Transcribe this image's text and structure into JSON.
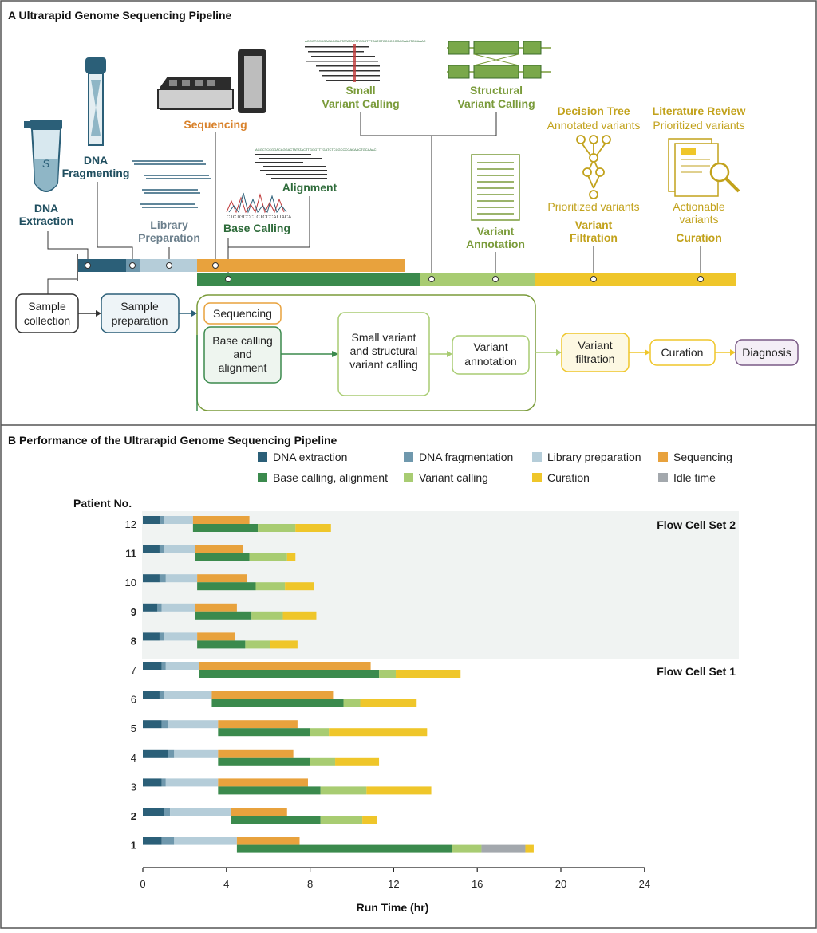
{
  "panel_a": {
    "title": "A  Ultrarapid Genome Sequencing Pipeline",
    "labels": {
      "dna_extraction": [
        "DNA",
        "Extraction"
      ],
      "dna_fragmenting": [
        "DNA",
        "Fragmenting"
      ],
      "library_preparation": [
        "Library",
        "Preparation"
      ],
      "sequencing": "Sequencing",
      "base_calling": "Base Calling",
      "alignment": "Alignment",
      "small_variant_calling": [
        "Small",
        "Variant Calling"
      ],
      "structural_variant_calling": [
        "Structural",
        "Variant Calling"
      ],
      "variant_annotation": [
        "Variant",
        "Annotation"
      ],
      "decision_tree": "Decision Tree",
      "annotated_variants": "Annotated variants",
      "prioritized_variants_tree": "Prioritized variants",
      "variant_filtration": [
        "Variant",
        "Filtration"
      ],
      "literature_review": "Literature Review",
      "prioritized_variants_lit": "Prioritized variants",
      "actionable_variants": [
        "Actionable",
        "variants"
      ],
      "curation": "Curation"
    },
    "flow_boxes": {
      "sample_collection": [
        "Sample",
        "collection"
      ],
      "sample_preparation": [
        "Sample",
        "preparation"
      ],
      "sequencing": "Sequencing",
      "base_calling_alignment": [
        "Base calling",
        "and",
        "alignment"
      ],
      "variant_calling": [
        "Small variant",
        "and structural",
        "variant calling"
      ],
      "variant_annotation": [
        "Variant",
        "annotation"
      ],
      "variant_filtration": [
        "Variant",
        "filtration"
      ],
      "curation": "Curation",
      "diagnosis": "Diagnosis"
    },
    "sequence_snippet": "AGGCTCCGGACAGGACTATATACTTGGGTTTGATCTCCGCCCGACAACTGCAAAC",
    "trace_snippet": "CTCTGCCCTCTCCCATTACA"
  },
  "panel_b": {
    "title": "B  Performance of the Ultrarapid Genome Sequencing Pipeline",
    "y_title": "Patient No.",
    "flow_cell_set_2": "Flow Cell Set 2",
    "flow_cell_set_1": "Flow Cell Set 1"
  },
  "colors": {
    "dna_extraction": "#2b5f78",
    "dna_fragmentation": "#6f98ad",
    "library_preparation": "#b5cdd9",
    "sequencing": "#e8a23d",
    "base_calling_alignment": "#3b8a4d",
    "variant_calling": "#a8cc72",
    "curation": "#efc62a",
    "idle_time": "#a3a8ad"
  },
  "chart_data": {
    "type": "bar",
    "subtype": "stacked horizontal gantt",
    "title": "Performance of the Ultrarapid Genome Sequencing Pipeline",
    "xlabel": "Run Time (hr)",
    "ylabel": "Patient No.",
    "xlim": [
      0,
      24
    ],
    "xticks": [
      0,
      4,
      8,
      12,
      16,
      20,
      24
    ],
    "grid": false,
    "legend": [
      {
        "key": "dna_extraction",
        "label": "DNA extraction"
      },
      {
        "key": "dna_fragmentation",
        "label": "DNA fragmentation"
      },
      {
        "key": "library_preparation",
        "label": "Library preparation"
      },
      {
        "key": "sequencing",
        "label": "Sequencing"
      },
      {
        "key": "base_calling_alignment",
        "label": "Base calling, alignment"
      },
      {
        "key": "variant_calling",
        "label": "Variant calling"
      },
      {
        "key": "curation",
        "label": "Curation"
      },
      {
        "key": "idle_time",
        "label": "Idle time"
      }
    ],
    "patients": [
      {
        "id": "12",
        "highlight": false,
        "set": 2,
        "top": [
          [
            "dna_extraction",
            0,
            0.85
          ],
          [
            "dna_fragmentation",
            0.85,
            1.0
          ],
          [
            "library_preparation",
            1.0,
            2.4
          ],
          [
            "sequencing",
            2.4,
            5.1
          ]
        ],
        "bottom": [
          [
            "base_calling_alignment",
            2.4,
            5.5
          ],
          [
            "variant_calling",
            5.5,
            7.3
          ],
          [
            "curation",
            7.3,
            9.0
          ]
        ]
      },
      {
        "id": "11",
        "highlight": true,
        "set": 2,
        "top": [
          [
            "dna_extraction",
            0,
            0.8
          ],
          [
            "dna_fragmentation",
            0.8,
            1.0
          ],
          [
            "library_preparation",
            1.0,
            2.5
          ],
          [
            "sequencing",
            2.5,
            4.8
          ]
        ],
        "bottom": [
          [
            "base_calling_alignment",
            2.5,
            5.1
          ],
          [
            "variant_calling",
            5.1,
            6.9
          ],
          [
            "curation",
            6.9,
            7.3
          ]
        ]
      },
      {
        "id": "10",
        "highlight": false,
        "set": 2,
        "top": [
          [
            "dna_extraction",
            0,
            0.8
          ],
          [
            "dna_fragmentation",
            0.8,
            1.1
          ],
          [
            "library_preparation",
            1.1,
            2.6
          ],
          [
            "sequencing",
            2.6,
            5.0
          ]
        ],
        "bottom": [
          [
            "base_calling_alignment",
            2.6,
            5.4
          ],
          [
            "variant_calling",
            5.4,
            6.8
          ],
          [
            "curation",
            6.8,
            8.2
          ]
        ]
      },
      {
        "id": "9",
        "highlight": true,
        "set": 2,
        "top": [
          [
            "dna_extraction",
            0,
            0.7
          ],
          [
            "dna_fragmentation",
            0.7,
            0.9
          ],
          [
            "library_preparation",
            0.9,
            2.5
          ],
          [
            "sequencing",
            2.5,
            4.5
          ]
        ],
        "bottom": [
          [
            "base_calling_alignment",
            2.5,
            5.2
          ],
          [
            "variant_calling",
            5.2,
            6.7
          ],
          [
            "curation",
            6.7,
            8.3
          ]
        ]
      },
      {
        "id": "8",
        "highlight": true,
        "set": 2,
        "top": [
          [
            "dna_extraction",
            0,
            0.8
          ],
          [
            "dna_fragmentation",
            0.8,
            1.0
          ],
          [
            "library_preparation",
            1.0,
            2.6
          ],
          [
            "sequencing",
            2.6,
            4.4
          ]
        ],
        "bottom": [
          [
            "base_calling_alignment",
            2.6,
            4.9
          ],
          [
            "variant_calling",
            4.9,
            6.1
          ],
          [
            "curation",
            6.1,
            7.4
          ]
        ]
      },
      {
        "id": "7",
        "highlight": false,
        "set": 1,
        "top": [
          [
            "dna_extraction",
            0,
            0.9
          ],
          [
            "dna_fragmentation",
            0.9,
            1.1
          ],
          [
            "library_preparation",
            1.1,
            2.7
          ],
          [
            "sequencing",
            2.7,
            10.9
          ]
        ],
        "bottom": [
          [
            "base_calling_alignment",
            2.7,
            11.3
          ],
          [
            "variant_calling",
            11.3,
            12.1
          ],
          [
            "curation",
            12.1,
            15.2
          ]
        ]
      },
      {
        "id": "6",
        "highlight": false,
        "set": 1,
        "top": [
          [
            "dna_extraction",
            0,
            0.8
          ],
          [
            "dna_fragmentation",
            0.8,
            1.0
          ],
          [
            "library_preparation",
            1.0,
            3.3
          ],
          [
            "sequencing",
            3.3,
            9.1
          ]
        ],
        "bottom": [
          [
            "base_calling_alignment",
            3.3,
            9.6
          ],
          [
            "variant_calling",
            9.6,
            10.4
          ],
          [
            "curation",
            10.4,
            13.1
          ]
        ]
      },
      {
        "id": "5",
        "highlight": false,
        "set": 1,
        "top": [
          [
            "dna_extraction",
            0,
            0.9
          ],
          [
            "dna_fragmentation",
            0.9,
            1.2
          ],
          [
            "library_preparation",
            1.2,
            3.6
          ],
          [
            "sequencing",
            3.6,
            7.4
          ]
        ],
        "bottom": [
          [
            "base_calling_alignment",
            3.6,
            8.0
          ],
          [
            "variant_calling",
            8.0,
            8.9
          ],
          [
            "curation",
            8.9,
            13.6
          ]
        ]
      },
      {
        "id": "4",
        "highlight": false,
        "set": 1,
        "top": [
          [
            "dna_extraction",
            0,
            1.2
          ],
          [
            "dna_fragmentation",
            1.2,
            1.5
          ],
          [
            "library_preparation",
            1.5,
            3.6
          ],
          [
            "sequencing",
            3.6,
            7.2
          ]
        ],
        "bottom": [
          [
            "base_calling_alignment",
            3.6,
            8.0
          ],
          [
            "variant_calling",
            8.0,
            9.2
          ],
          [
            "curation",
            9.2,
            11.3
          ]
        ]
      },
      {
        "id": "3",
        "highlight": false,
        "set": 1,
        "top": [
          [
            "dna_extraction",
            0,
            0.9
          ],
          [
            "dna_fragmentation",
            0.9,
            1.1
          ],
          [
            "library_preparation",
            1.1,
            3.6
          ],
          [
            "sequencing",
            3.6,
            7.9
          ]
        ],
        "bottom": [
          [
            "base_calling_alignment",
            3.6,
            8.5
          ],
          [
            "variant_calling",
            8.5,
            10.7
          ],
          [
            "curation",
            10.7,
            13.8
          ]
        ]
      },
      {
        "id": "2",
        "highlight": true,
        "set": 1,
        "top": [
          [
            "dna_extraction",
            0,
            1.0
          ],
          [
            "dna_fragmentation",
            1.0,
            1.3
          ],
          [
            "library_preparation",
            1.3,
            4.2
          ],
          [
            "sequencing",
            4.2,
            6.9
          ]
        ],
        "bottom": [
          [
            "base_calling_alignment",
            4.2,
            8.5
          ],
          [
            "variant_calling",
            8.5,
            10.5
          ],
          [
            "curation",
            10.5,
            11.2
          ]
        ]
      },
      {
        "id": "1",
        "highlight": true,
        "set": 1,
        "top": [
          [
            "dna_extraction",
            0,
            0.9
          ],
          [
            "dna_fragmentation",
            0.9,
            1.5
          ],
          [
            "library_preparation",
            1.5,
            4.5
          ],
          [
            "sequencing",
            4.5,
            7.5
          ]
        ],
        "bottom": [
          [
            "base_calling_alignment",
            4.5,
            14.8
          ],
          [
            "variant_calling",
            14.8,
            16.2
          ],
          [
            "idle_time",
            16.2,
            18.3
          ],
          [
            "curation",
            18.3,
            18.7
          ]
        ]
      }
    ]
  }
}
